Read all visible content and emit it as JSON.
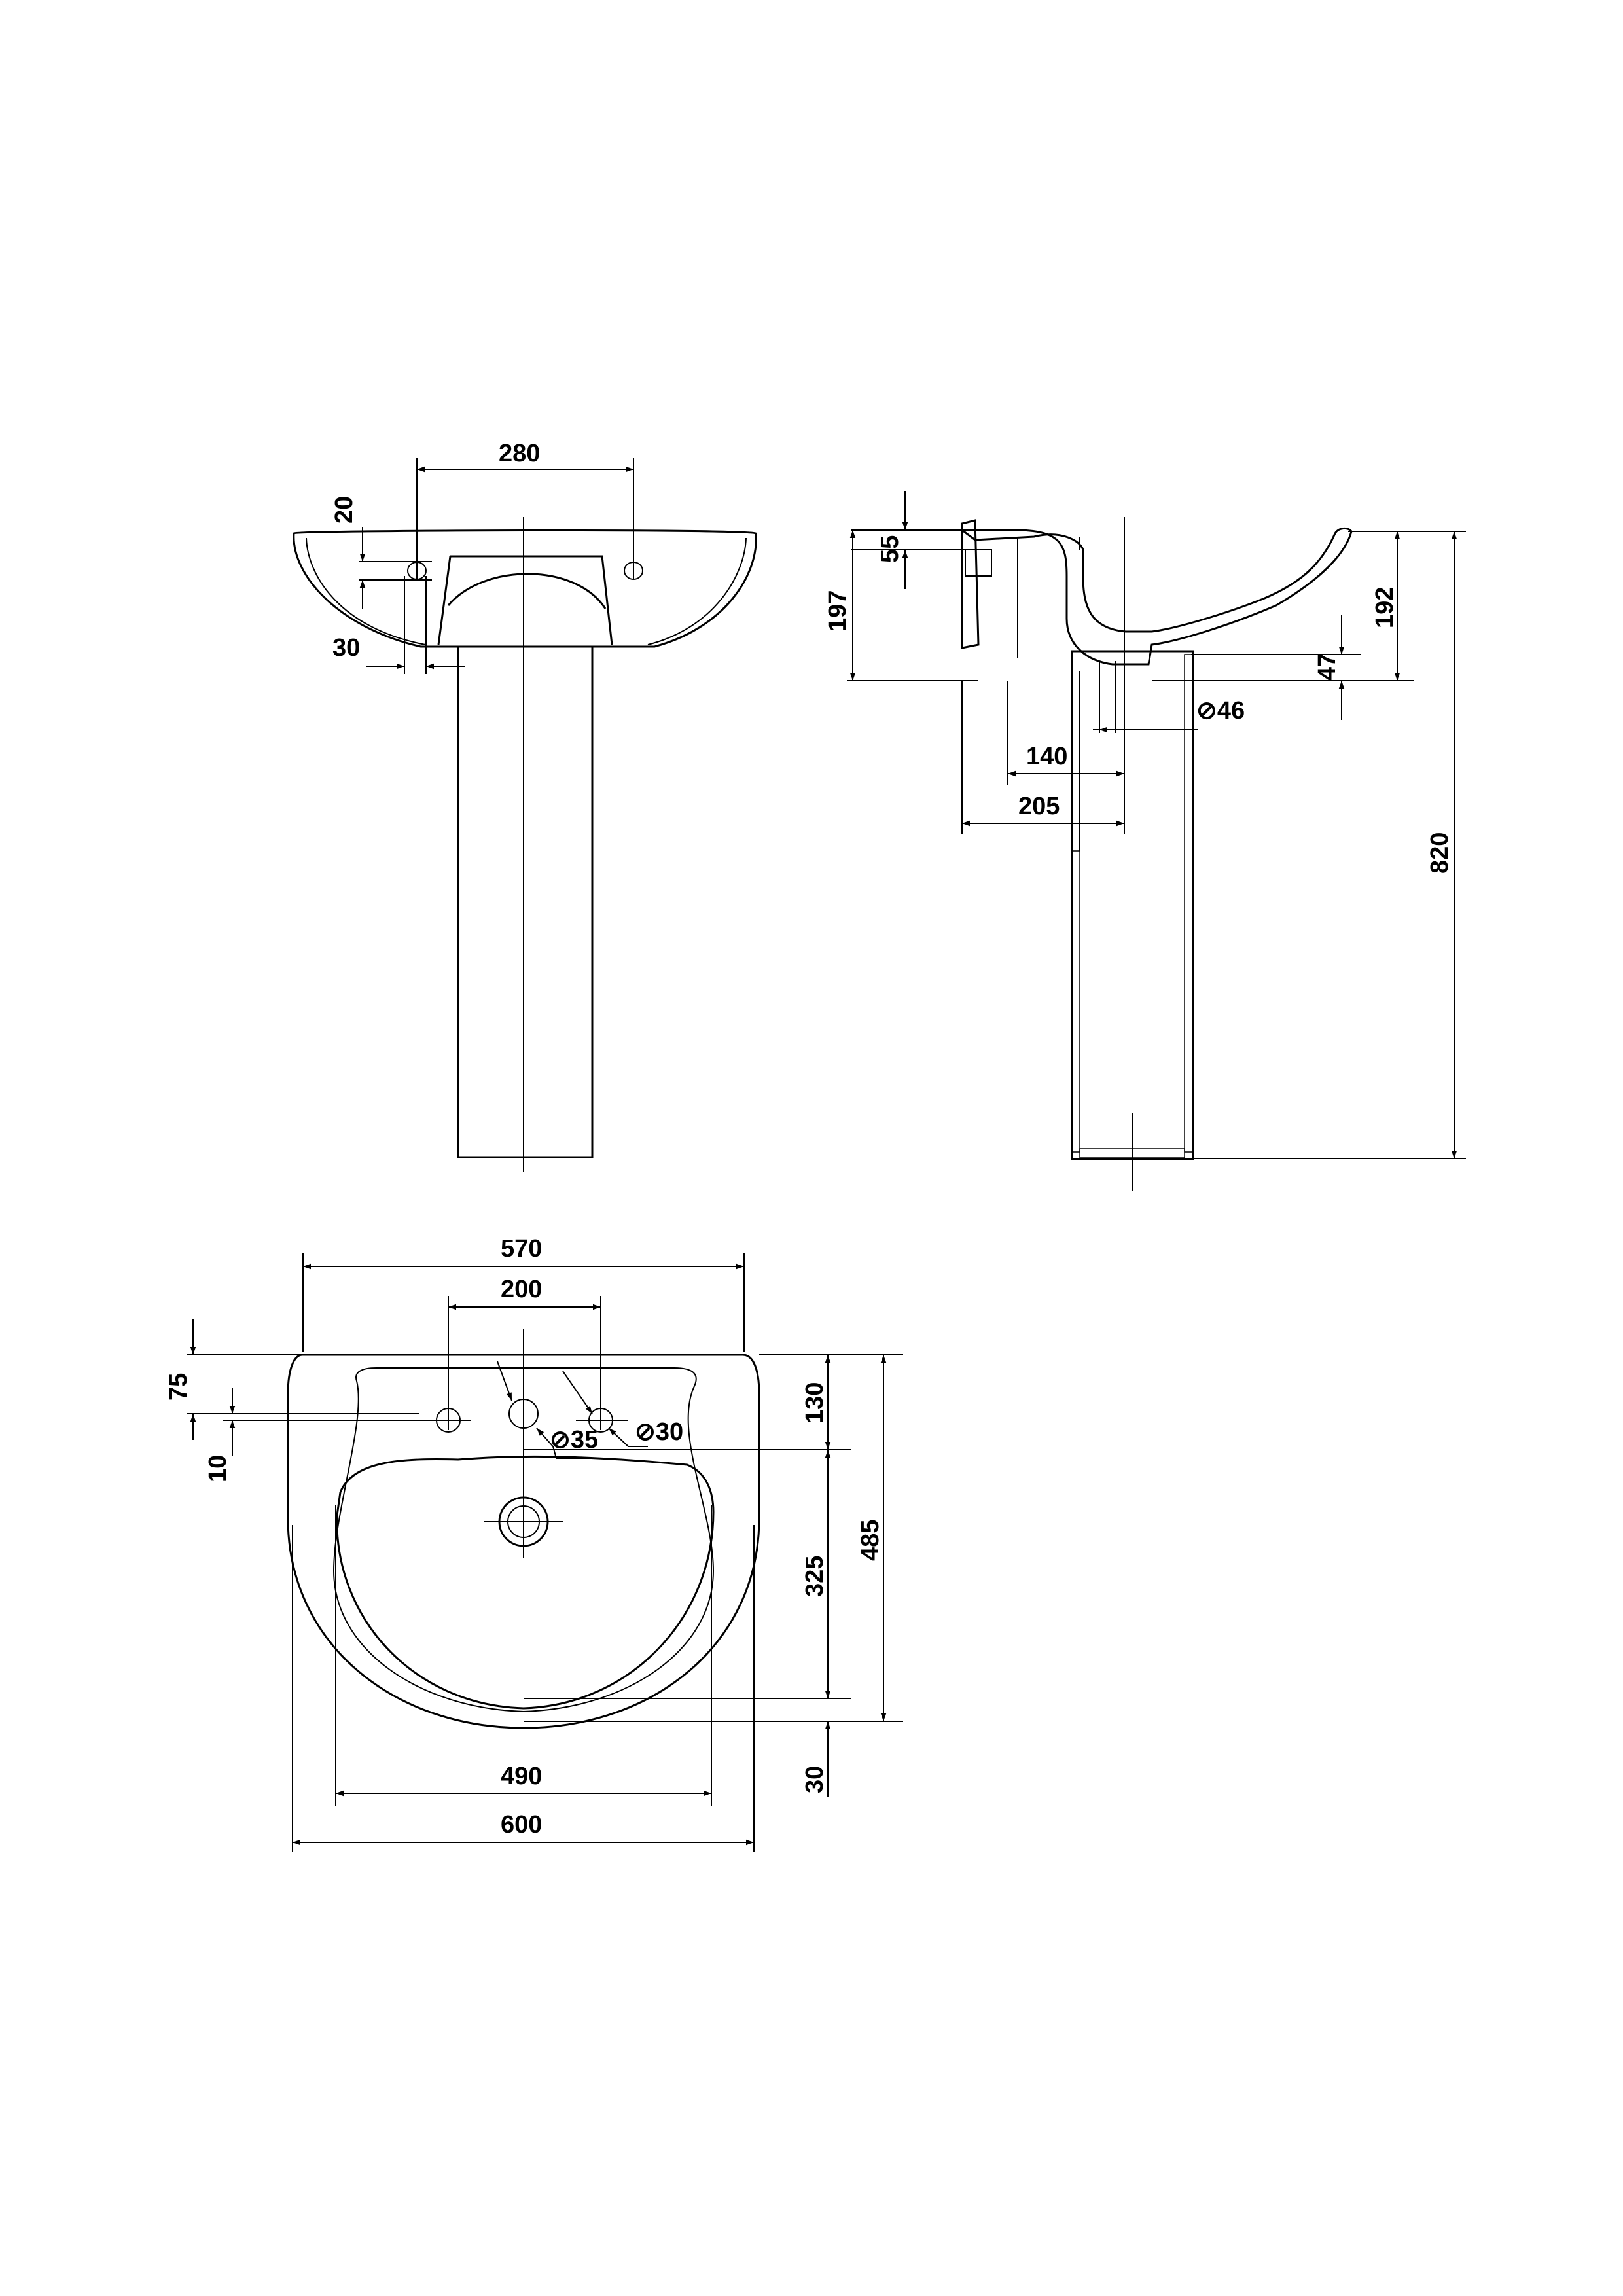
{
  "front_view": {
    "dim_hole_spacing": "280",
    "dim_hole_height": "20",
    "dim_offset": "30"
  },
  "side_view": {
    "dim_top": "55",
    "dim_basin_depth": "197",
    "dim_rim_to_floor": "192",
    "dim_trap_drop": "47",
    "dim_outlet_diameter": "⊘46",
    "dim_outlet_from_wall": "140",
    "dim_pedestal_from_wall": "205",
    "dim_total_height": "820"
  },
  "top_view": {
    "dim_outer_width_top": "570",
    "dim_tap_spacing": "200",
    "dim_75": "75",
    "dim_10": "10",
    "dim_130": "130",
    "dim_325": "325",
    "dim_485": "485",
    "dim_30": "30",
    "dim_inner_width": "490",
    "dim_total_width": "600",
    "dim_tap_hole": "⊘35",
    "dim_side_hole": "⊘30"
  }
}
